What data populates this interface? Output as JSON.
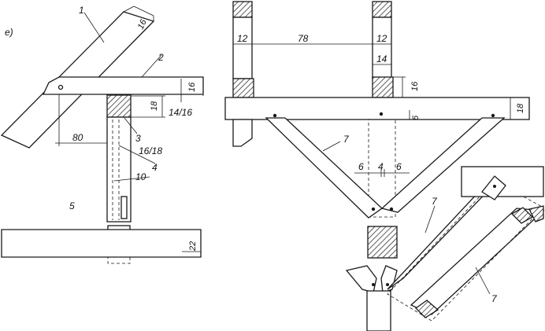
{
  "figure_label": "е)",
  "left_view": {
    "part_labels": [
      "1",
      "2",
      "3",
      "4",
      "5"
    ],
    "dimensions": {
      "rafter_width": "16",
      "tie_height": "16",
      "pad_height": "18",
      "pad_size": "14/16",
      "post_offset": "80",
      "post_size": "16/18",
      "slot_width": "10",
      "beam_height": "22"
    }
  },
  "right_view": {
    "part_labels": [
      "7",
      "7",
      "7"
    ],
    "dimensions": {
      "post_width_left": "12",
      "post_spacing": "78",
      "post_width_right": "12",
      "post_width_lower": "14",
      "pad_height": "16",
      "beam_height": "18",
      "gap": "6",
      "strut_left": "6",
      "post_center": "4",
      "strut_right": "6"
    }
  }
}
